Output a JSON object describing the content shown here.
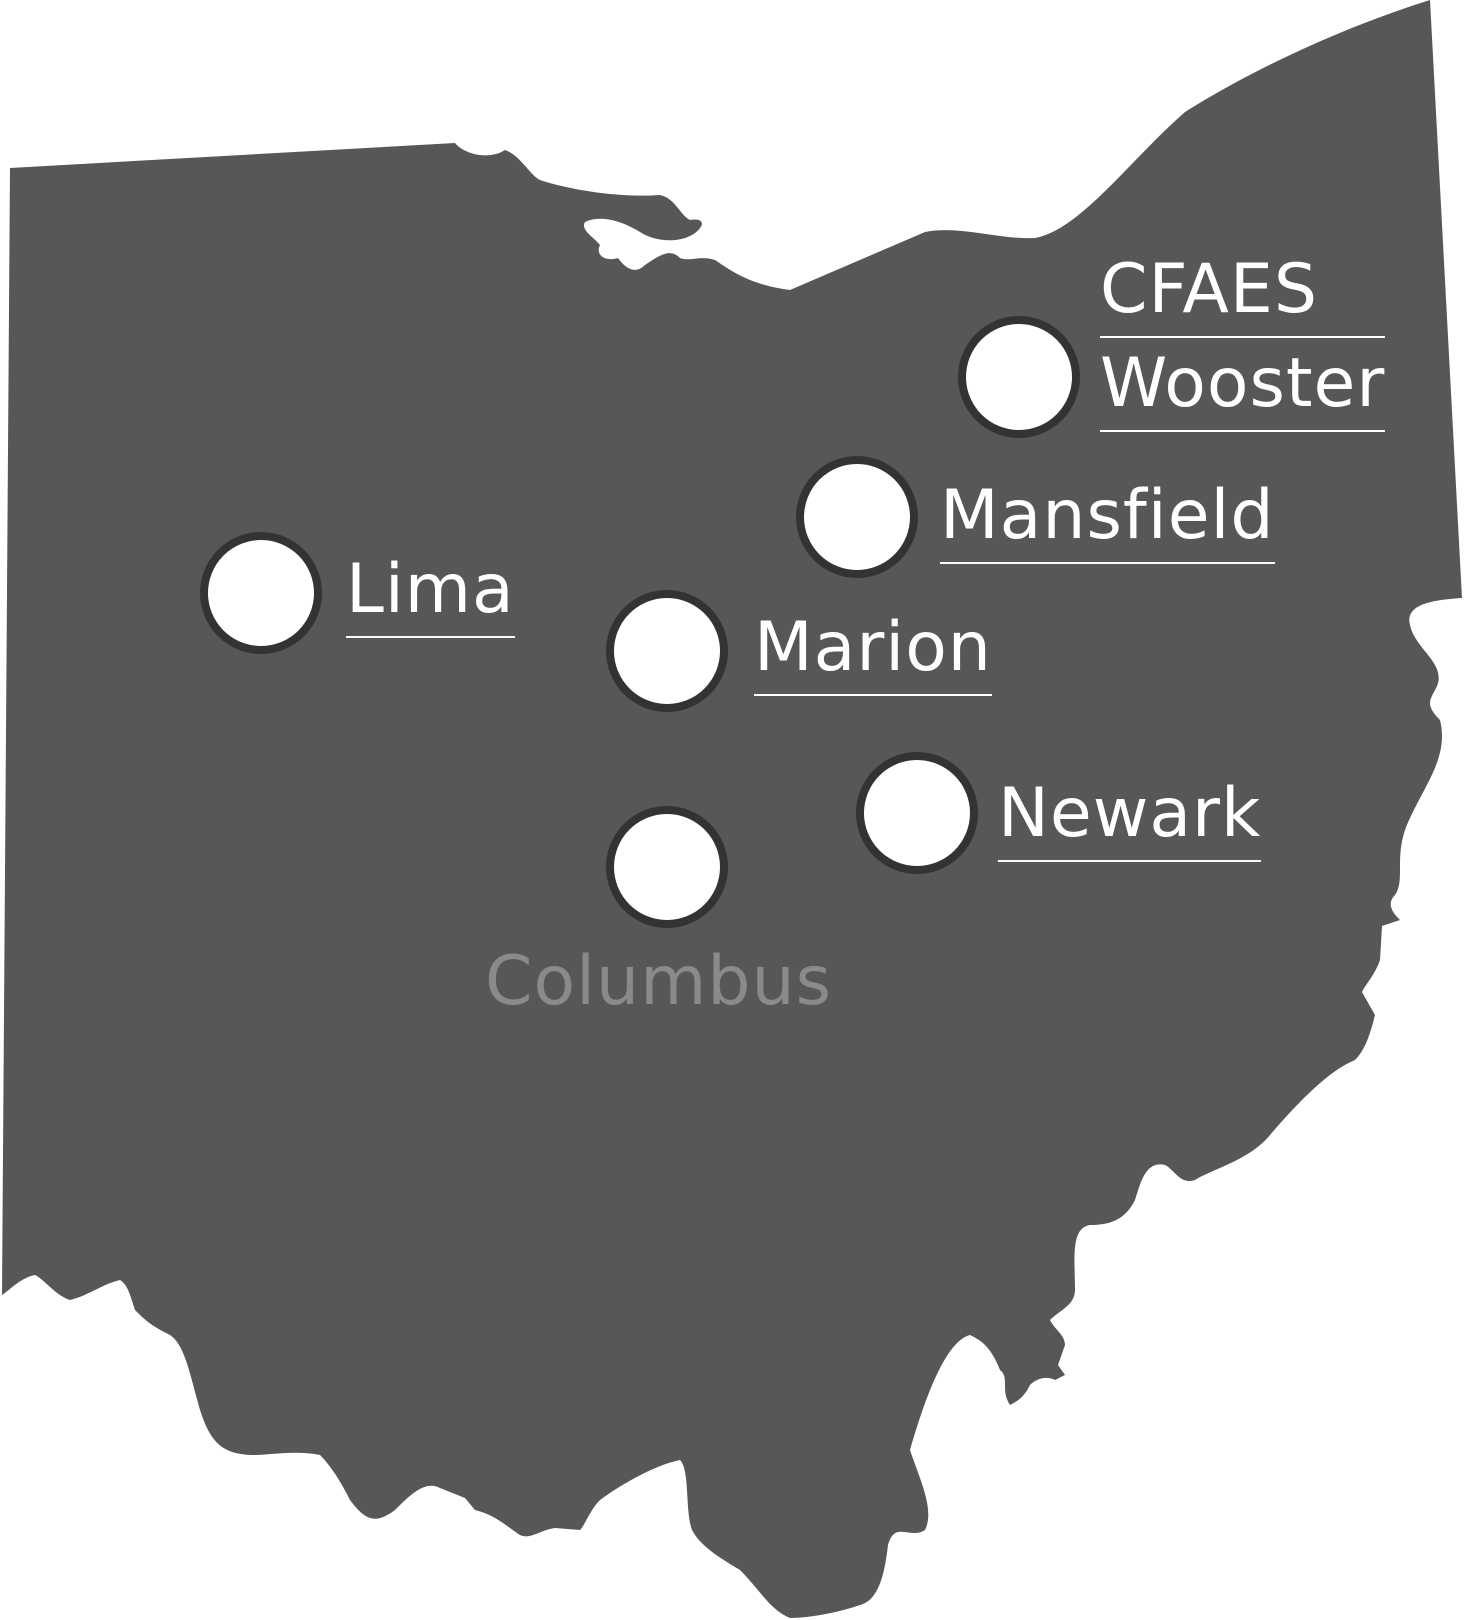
{
  "colors": {
    "state_fill": "#575757",
    "marker_fill": "#ffffff",
    "marker_ring": "#333333",
    "link_text": "#ffffff",
    "inactive_text": "#8a8a8a"
  },
  "campuses": {
    "wooster": {
      "line1": "CFAES",
      "line2": "Wooster"
    },
    "mansfield": {
      "label": "Mansfield"
    },
    "lima": {
      "label": "Lima"
    },
    "marion": {
      "label": "Marion"
    },
    "newark": {
      "label": "Newark"
    },
    "columbus": {
      "label": "Columbus"
    }
  }
}
